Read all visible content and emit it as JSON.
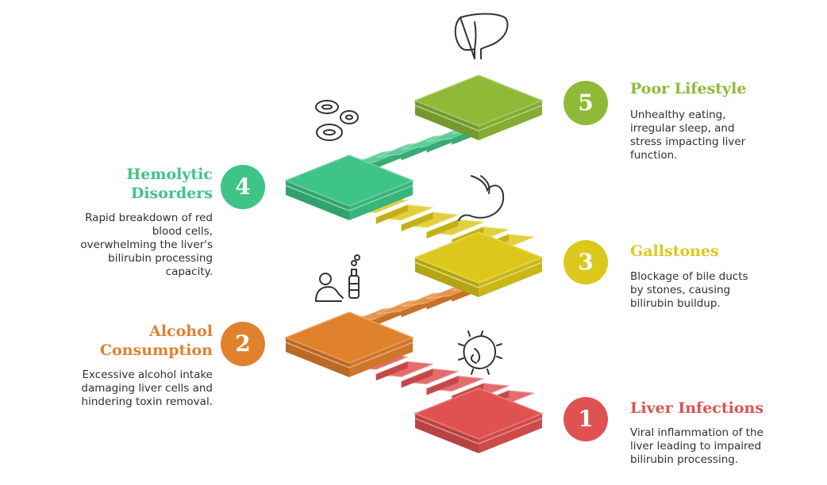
{
  "steps": [
    {
      "number": "1",
      "title": "Liver Infections",
      "description": "Viral inflammation of the liver leading to impaired bilirubin processing.",
      "desc_lines": [
        "Viral inflammation of the",
        "liver leading to impaired",
        "bilirubin processing."
      ],
      "color": "#e05252",
      "icon": "virus-icon"
    },
    {
      "number": "2",
      "title": "Alcohol Consumption",
      "title_lines": [
        "Alcohol",
        "Consumption"
      ],
      "description": "Excessive alcohol intake damaging liver cells and hindering toxin removal.",
      "desc_lines": [
        "Excessive alcohol intake",
        "damaging liver cells and",
        "hindering toxin removal."
      ],
      "color": "#e0812e",
      "icon": "person-drinking-icon"
    },
    {
      "number": "3",
      "title": "Gallstones",
      "description": "Blockage of bile ducts by stones, causing bilirubin buildup.",
      "desc_lines": [
        "Blockage of bile ducts",
        "by stones, causing",
        "bilirubin buildup."
      ],
      "color": "#dcc81c",
      "icon": "stomach-icon"
    },
    {
      "number": "4",
      "title": "Hemolytic Disorders",
      "title_lines": [
        "Hemolytic",
        "Disorders"
      ],
      "description": "Rapid breakdown of red blood cells, overwhelming the liver's bilirubin processing capacity.",
      "desc_lines": [
        "Rapid breakdown of red",
        "blood cells,",
        "overwhelming the liver's",
        "bilirubin processing",
        "capacity."
      ],
      "color": "#3ec486",
      "icon": "blood-cells-icon"
    },
    {
      "number": "5",
      "title": "Poor Lifestyle",
      "description": "Unhealthy eating, irregular sleep, and stress impacting liver function.",
      "desc_lines": [
        "Unhealthy eating,",
        "irregular sleep, and",
        "stress impacting liver",
        "function."
      ],
      "color": "#8fba38",
      "icon": "liver-icon"
    }
  ]
}
